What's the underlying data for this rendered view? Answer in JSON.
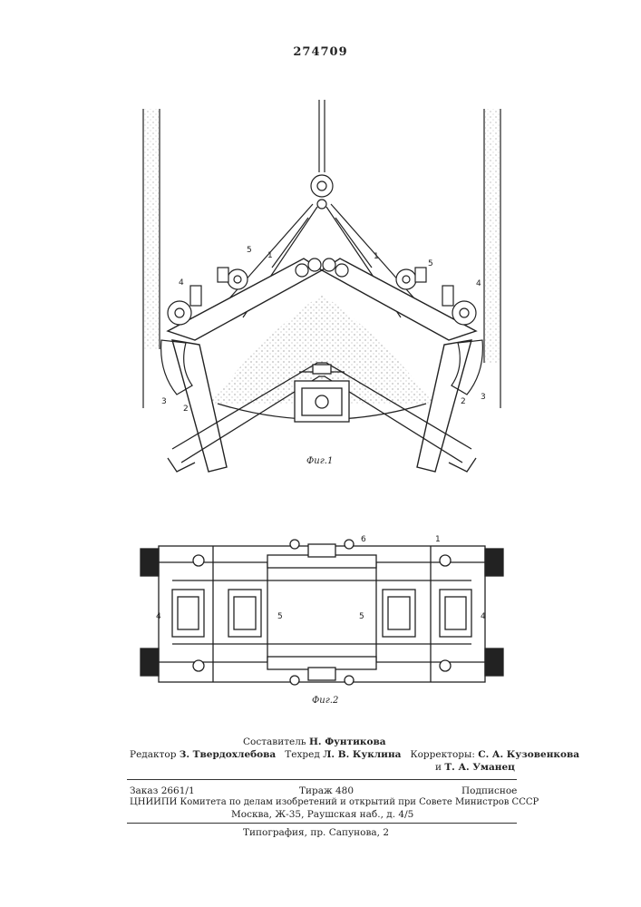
{
  "header": {
    "patent_number": "274709"
  },
  "figure1": {
    "caption": "Фиг.1",
    "callouts": {
      "left": [
        "5",
        "1",
        "4",
        "3",
        "2"
      ],
      "right": [
        "1",
        "5",
        "4",
        "2",
        "3"
      ]
    }
  },
  "figure2": {
    "caption": "Фиг.2",
    "callouts": [
      "6",
      "1",
      "4",
      "5",
      "5",
      "4"
    ]
  },
  "credits": {
    "compiler_label": "Составитель",
    "compiler_name": "Н. Фунтикова",
    "editor_label": "Редактор",
    "editor_name": "З. Твердохлебова",
    "techred_label": "Техред",
    "techred_name": "Л. В. Куклина",
    "correctors_label": "Корректоры:",
    "corrector1": "С. А. Кузовенкова",
    "corrector2_prefix": "и",
    "corrector2": "Т. А. Уманец"
  },
  "imprint": {
    "order": "Заказ  2661/1",
    "circulation": "Тираж 480",
    "subscription": "Подписное",
    "line2": "ЦНИИПИ Комитета по делам изобретений и открытий при Совете Министров СССР",
    "line3": "Москва, Ж-35, Раушская наб., д. 4/5",
    "printer": "Типография, пр. Сапунова, 2"
  }
}
